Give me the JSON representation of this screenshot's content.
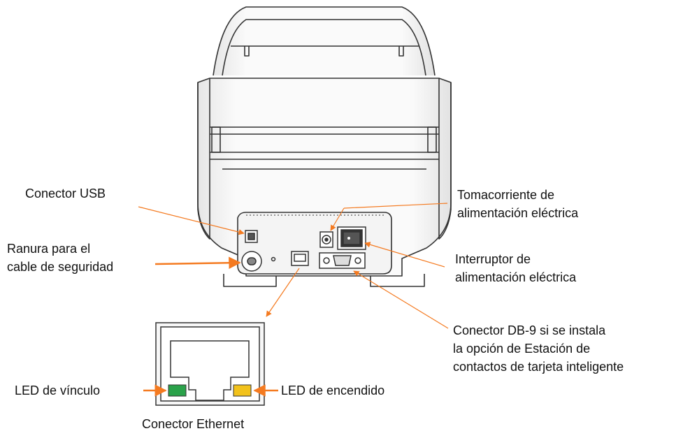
{
  "labels": {
    "usb": "Conector USB",
    "lock_slot": [
      "Ranura para el",
      "cable de seguridad"
    ],
    "power_socket": [
      "Tomacorriente de",
      "alimentación eléctrica"
    ],
    "power_switch": [
      "Interruptor de",
      "alimentación eléctrica"
    ],
    "db9": [
      "Conector DB-9 si se instala",
      "la opción de Estación de",
      "contactos de tarjeta inteligente"
    ],
    "link_led": "LED de vínculo",
    "power_led": "LED de encendido",
    "ethernet": "Conector Ethernet"
  },
  "colors": {
    "callout": "#f47a20",
    "link_led": "#2aa24a",
    "power_led": "#f2c21b",
    "outline": "#333333"
  }
}
